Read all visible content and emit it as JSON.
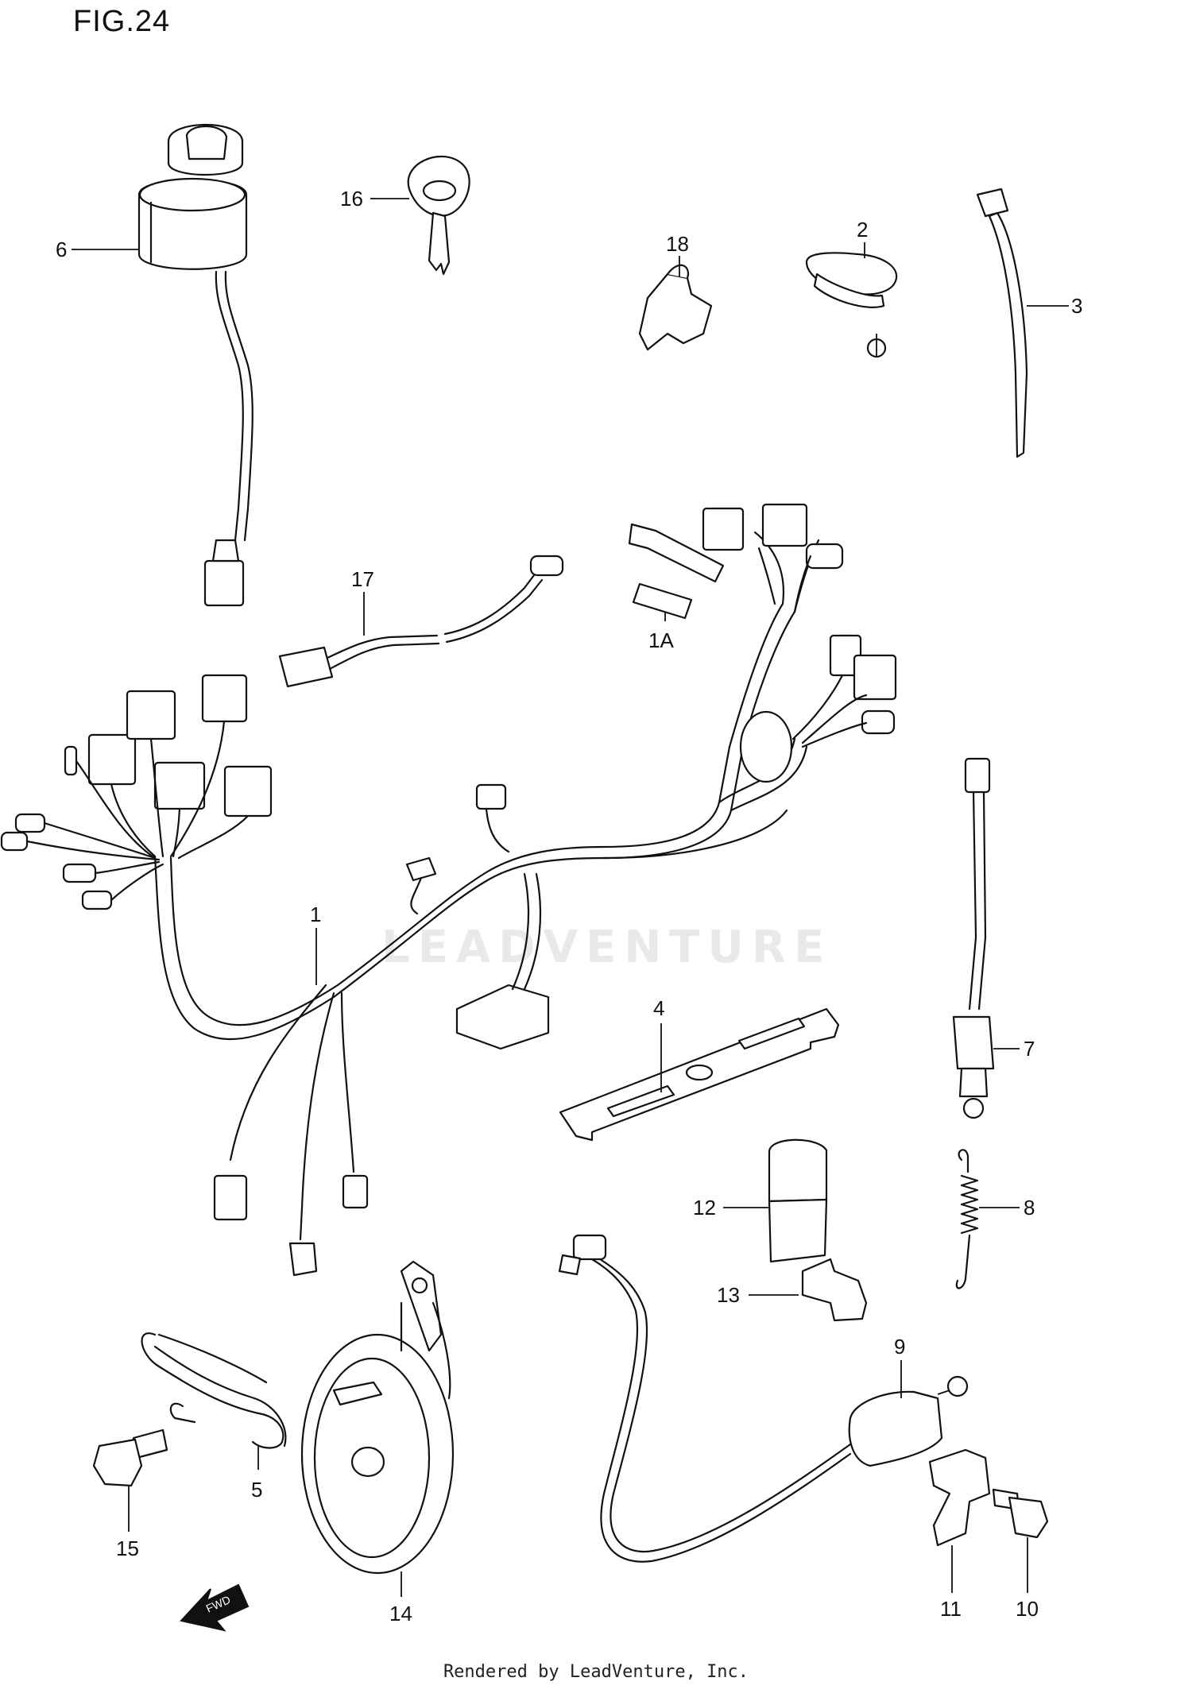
{
  "figure": {
    "title": "FIG.24",
    "footer": "Rendered by LeadVenture, Inc.",
    "watermark": "LEADVENTURE"
  },
  "callouts": [
    {
      "id": "part-1",
      "label": "1"
    },
    {
      "id": "part-1a",
      "label": "1A"
    },
    {
      "id": "part-2",
      "label": "2"
    },
    {
      "id": "part-3",
      "label": "3"
    },
    {
      "id": "part-4",
      "label": "4"
    },
    {
      "id": "part-5",
      "label": "5"
    },
    {
      "id": "part-6",
      "label": "6"
    },
    {
      "id": "part-7",
      "label": "7"
    },
    {
      "id": "part-8",
      "label": "8"
    },
    {
      "id": "part-9",
      "label": "9"
    },
    {
      "id": "part-10",
      "label": "10"
    },
    {
      "id": "part-11",
      "label": "11"
    },
    {
      "id": "part-12",
      "label": "12"
    },
    {
      "id": "part-13",
      "label": "13"
    },
    {
      "id": "part-14",
      "label": "14"
    },
    {
      "id": "part-15",
      "label": "15"
    },
    {
      "id": "part-16",
      "label": "16"
    },
    {
      "id": "part-17",
      "label": "17"
    },
    {
      "id": "part-18",
      "label": "18"
    }
  ],
  "direction_arrow": {
    "label": "FWD"
  }
}
